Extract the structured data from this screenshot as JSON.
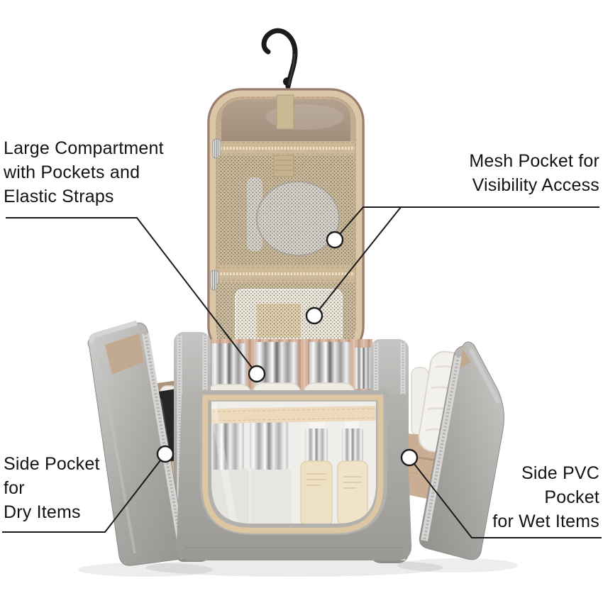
{
  "image_type": "annotated product photo",
  "annotations": {
    "large_compartment": {
      "lines": [
        "Large Compartment",
        "with Pockets and",
        "Elastic Straps"
      ],
      "align": "left"
    },
    "mesh_pocket": {
      "lines": [
        "Mesh Pocket for",
        "Visibility Access"
      ],
      "align": "right"
    },
    "side_pocket_dry": {
      "lines": [
        "Side Pocket",
        "for",
        "Dry Items"
      ],
      "align": "left"
    },
    "side_pvc_wet": {
      "lines": [
        "Side PVC",
        "Pocket",
        "for Wet Items"
      ],
      "align": "right"
    }
  },
  "scene_parts": {
    "hanging_hook": "black metal swivel hook",
    "hanging_panel": "tan fold-out panel",
    "mesh_pocket_large": "large zippered mesh pocket with mirror and comb",
    "mesh_pocket_small": "small zippered mesh pocket with clear pouch",
    "main_compartment": "open gray bag with bottles and elastic straps",
    "front_pvc_window": "clear front pocket with toiletry bottles",
    "left_side_pocket": "open left flap pocket for dry items",
    "right_side_pocket": "open right flap pocket with towel for wet items"
  },
  "colors": {
    "background": "#ffffff",
    "label_text": "#131313",
    "callout_line": "#1a1a1a",
    "panel_tan": "#c3ad8e",
    "trim_tan": "#d9c7a7",
    "mesh_tan": "#cdbc9c",
    "bag_gray": "#a9a7a4",
    "lining_champagne": "#c9ae93",
    "satin_pink": "#d6b49e",
    "hook_black": "#1b1b1b",
    "chrome": "#d9d9d9",
    "amber_bottle": "#ead9b2",
    "teal_bottle": "#79d2c3",
    "towel_white": "#f3f1eb"
  }
}
